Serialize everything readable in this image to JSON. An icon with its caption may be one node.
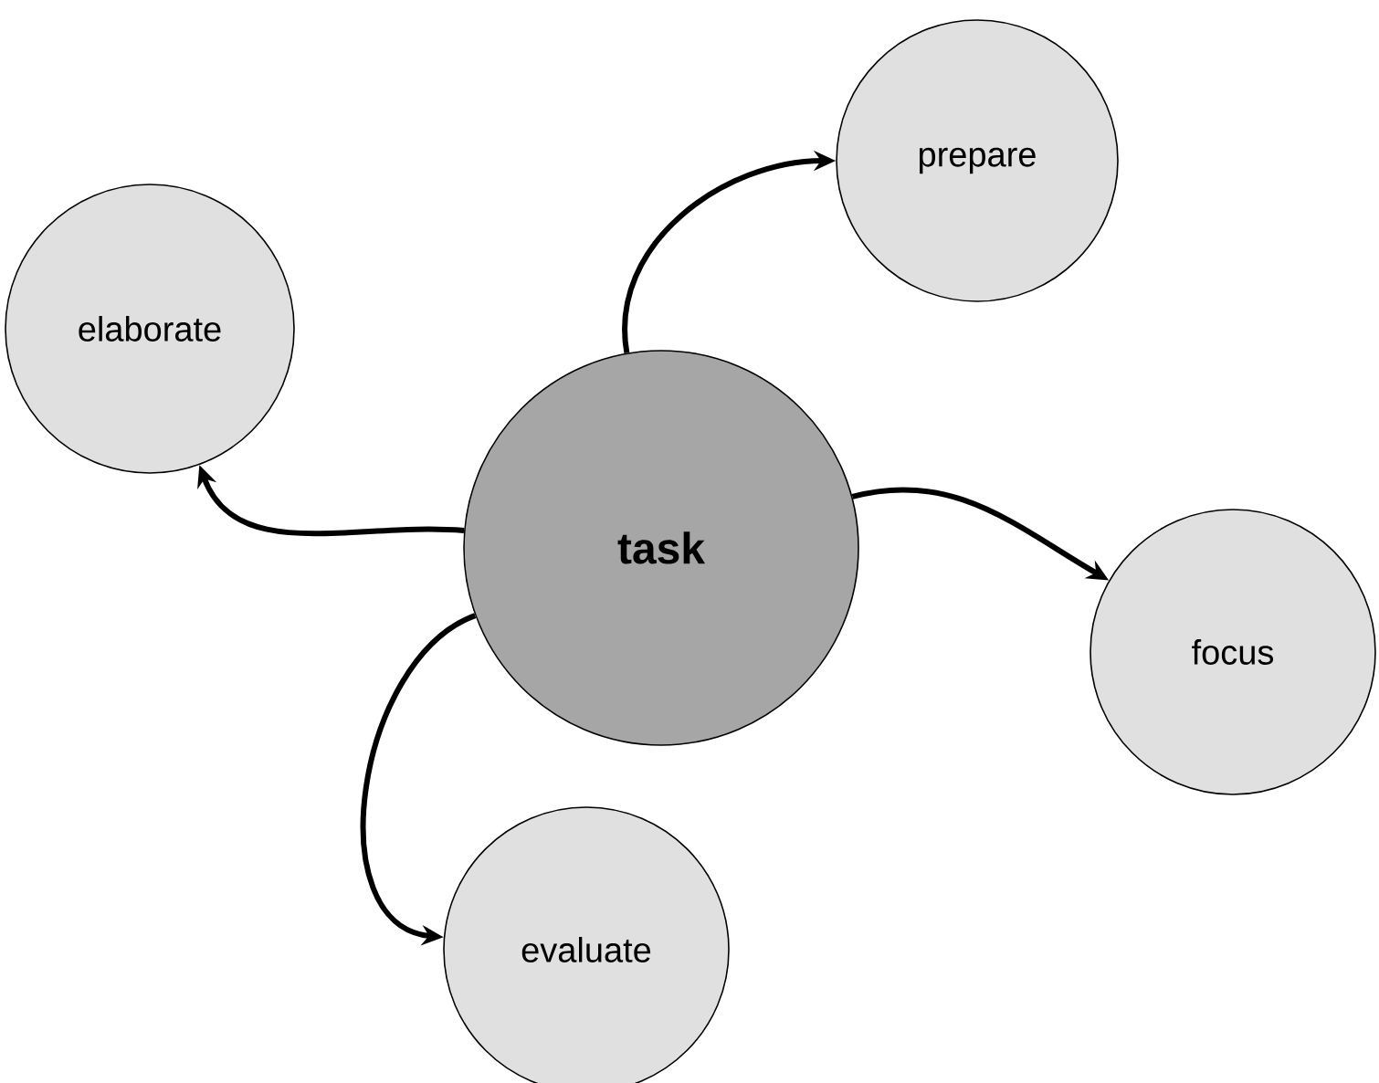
{
  "diagram": {
    "nodes": [
      {
        "text": [
          "task"
        ]
      },
      {
        "text": [
          "prepare"
        ]
      },
      {
        "text": [
          "elaborate"
        ]
      },
      {
        "text": [
          "focus"
        ]
      },
      {
        "text": [
          "evaluate"
        ]
      }
    ],
    "edges": [
      {
        "from": 0,
        "to": 1,
        "arrow": "to"
      },
      {
        "from": 0,
        "to": 2,
        "arrow": "to"
      },
      {
        "from": 0,
        "to": 3,
        "arrow": "to"
      },
      {
        "from": 0,
        "to": 4,
        "arrow": "to"
      }
    ]
  }
}
